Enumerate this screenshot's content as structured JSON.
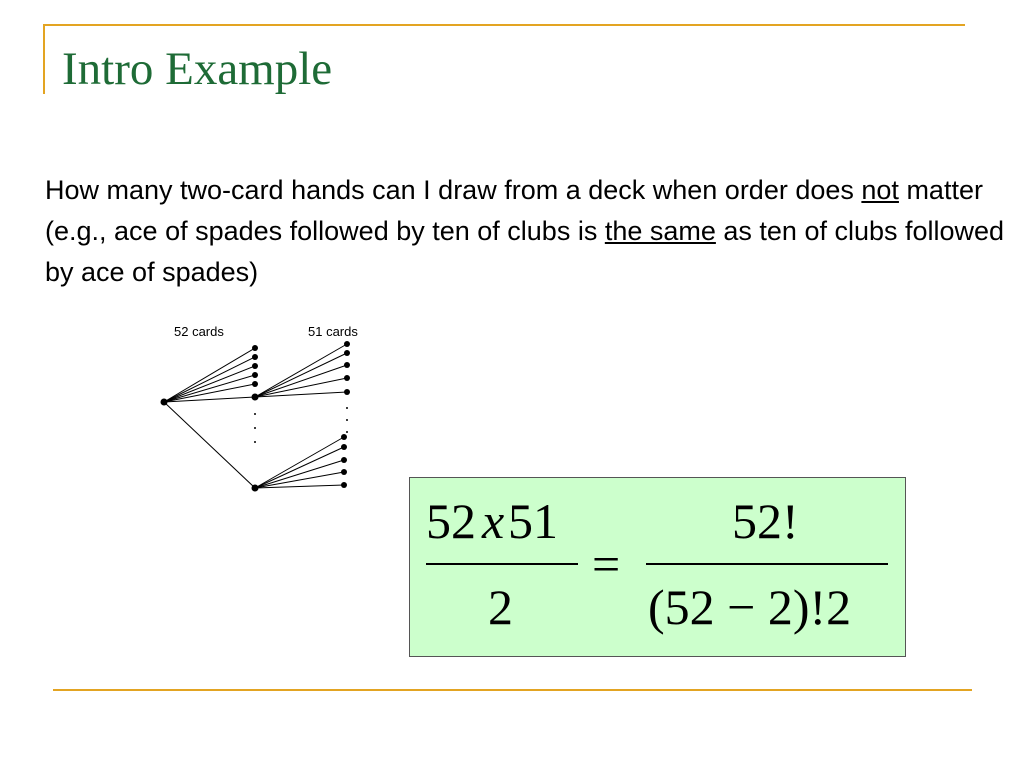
{
  "slide": {
    "title": "Intro Example",
    "question": {
      "part1": "How many two-card hands can I draw from a deck when order does ",
      "emph1": "not",
      "part2": " matter (e.g., ace of spades followed by ten of clubs is ",
      "emph2": "the same",
      "part3": " as ten of clubs followed by ace of spades)"
    }
  },
  "tree": {
    "label_first": "52 cards",
    "label_second": "51 cards"
  },
  "formula": {
    "left_num_a": "52",
    "left_num_x": "x",
    "left_num_b": "51",
    "left_den": "2",
    "equals": "=",
    "right_num": "52!",
    "right_den": "(52 − 2)!2"
  },
  "colors": {
    "title": "#1e6b36",
    "rule": "#e3a422",
    "formula_bg": "#ccffcc"
  }
}
